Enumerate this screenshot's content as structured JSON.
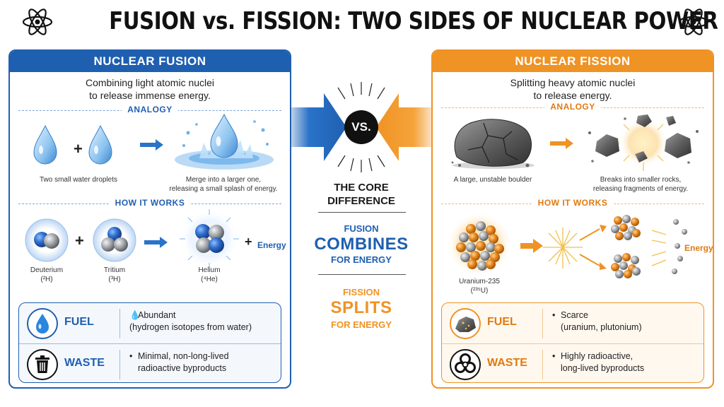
{
  "title": "FUSION vs. FISSION: TWO SIDES OF NUCLEAR POWER",
  "vs_label": "VS.",
  "colors": {
    "fusion": "#1f5fb0",
    "fission": "#ef9324"
  },
  "fusion": {
    "header": "NUCLEAR FUSION",
    "subtitle_line1": "Combining light atomic nuclei",
    "subtitle_line2": "to release immense energy.",
    "analogy_label": "ANALOGY",
    "analogy_left": "Two small water droplets",
    "analogy_right_line1": "Merge into a larger one,",
    "analogy_right_line2": "releasing a small splash of energy.",
    "how_label": "HOW IT WORKS",
    "deuterium": "Deuterium",
    "deuterium_symbol": "(²H)",
    "tritium": "Tritium",
    "tritium_symbol": "(³H)",
    "helium": "Helium",
    "helium_symbol": "(⁴He)",
    "energy": "Energy",
    "fuel_label": "FUEL",
    "fuel_line1": "Abundant",
    "fuel_line2": "(hydrogen isotopes from water)",
    "waste_label": "WASTE",
    "waste_line1": "Minimal, non-long-lived",
    "waste_line2": "radioactive byproducts",
    "icons": [
      "water-drop-icon",
      "trash-can-icon"
    ]
  },
  "fission": {
    "header": "NUCLEAR FISSION",
    "subtitle_line1": "Splitting heavy atomic nuclei",
    "subtitle_line2": "to release energy.",
    "analogy_label": "ANALOGY",
    "analogy_left": "A large, unstable boulder",
    "analogy_right_line1": "Breaks into smaller rocks,",
    "analogy_right_line2": "releasing fragments of energy.",
    "how_label": "HOW IT WORKS",
    "uranium": "Uranium-235",
    "uranium_symbol": "(²³⁵U)",
    "energy": "Energy",
    "fuel_label": "FUEL",
    "fuel_line1": "Scarce",
    "fuel_line2": "(uranium, plutonium)",
    "waste_label": "WASTE",
    "waste_line1": "Highly radioactive,",
    "waste_line2": "long-lived byproducts",
    "icons": [
      "ore-rock-icon",
      "biohazard-icon"
    ]
  },
  "core": {
    "title_line1": "THE CORE",
    "title_line2": "DIFFERENCE",
    "fusion_small": "FUSION",
    "fusion_big": "COMBINES",
    "fusion_for": "FOR ENERGY",
    "fission_small": "FISSION",
    "fission_big": "SPLITS",
    "fission_for": "FOR ENERGY"
  }
}
